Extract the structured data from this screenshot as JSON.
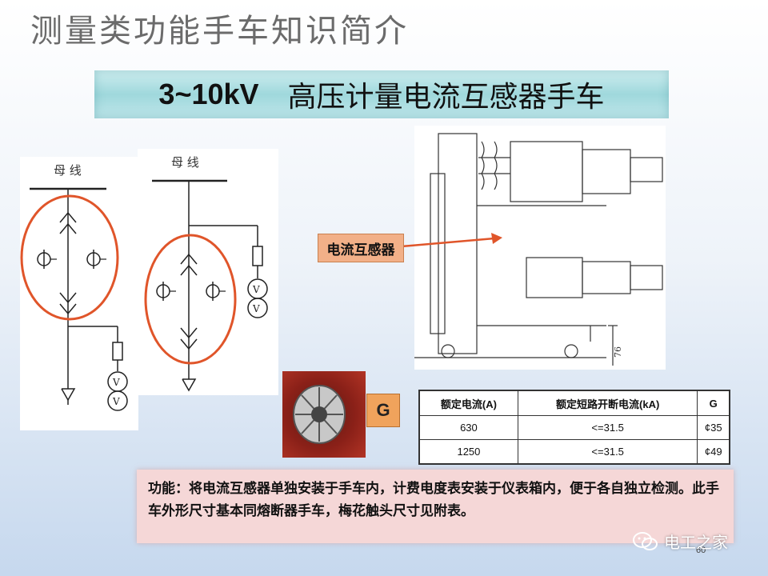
{
  "slide": {
    "title": "测量类功能手车知识简介",
    "subtitle_voltage": "3~10kV",
    "subtitle_text": "高压计量电流互感器手车"
  },
  "diagrams": {
    "left_busbar_label": "母 线",
    "right_busbar_label": "母 线",
    "vt_symbol": "V"
  },
  "drawing": {
    "callout_label": "电流互感器",
    "dimension_value": "76"
  },
  "contact": {
    "label": "G"
  },
  "table": {
    "headers": [
      "额定电流(A)",
      "额定短路开断电流(kA)",
      "G"
    ],
    "rows": [
      [
        "630",
        "<=31.5",
        "¢35"
      ],
      [
        "1250",
        "<=31.5",
        "¢49"
      ]
    ]
  },
  "function": {
    "text": "功能：将电流互感器单独安装于手车内，计费电度表安装于仪表箱内，便于各自独立检测。此手车外形尺寸基本同熔断器手车，梅花触头尺寸见附表。"
  },
  "footer": {
    "page_number": "60",
    "watermark": "电工之家"
  },
  "colors": {
    "highlight_ellipse": "#e0552a",
    "banner": "#a9dde1",
    "callout": "#f2b088",
    "function_box": "#f5d7d7"
  }
}
